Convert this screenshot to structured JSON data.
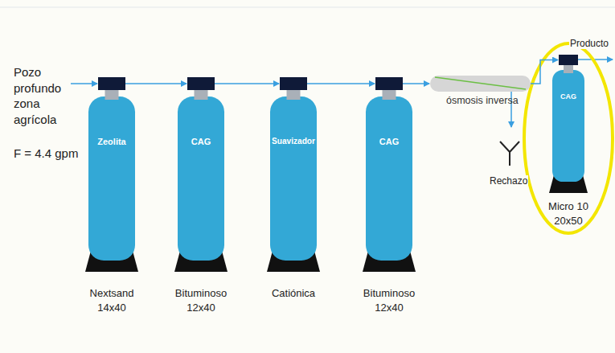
{
  "diagram": {
    "nodes": [
      {
        "text": [
          "Zeolita",
          "Nextsand 14x40"
        ]
      },
      {
        "text": [
          "CAG",
          "Bituminoso 12x40"
        ]
      },
      {
        "text": [
          "Suavizador",
          "Catiónica"
        ]
      },
      {
        "text": [
          "CAG",
          "Bituminoso 12x40"
        ]
      },
      {
        "text": [
          "ósmosis inversa"
        ]
      },
      {
        "text": [
          "CAG",
          "Micro 10 20x50"
        ]
      }
    ],
    "edges": [
      {
        "from": 0,
        "to": 1,
        "arrow": "to"
      },
      {
        "from": 1,
        "to": 2,
        "arrow": "to"
      },
      {
        "from": 2,
        "to": 3,
        "arrow": "to"
      },
      {
        "from": 3,
        "to": 4,
        "arrow": "to"
      },
      {
        "from": 4,
        "to": 5,
        "arrow": "to"
      }
    ],
    "labels": [
      "Pozo profundo zona agrícola",
      "F = 4.4 gpm",
      "Rechazo",
      "Producto"
    ]
  }
}
